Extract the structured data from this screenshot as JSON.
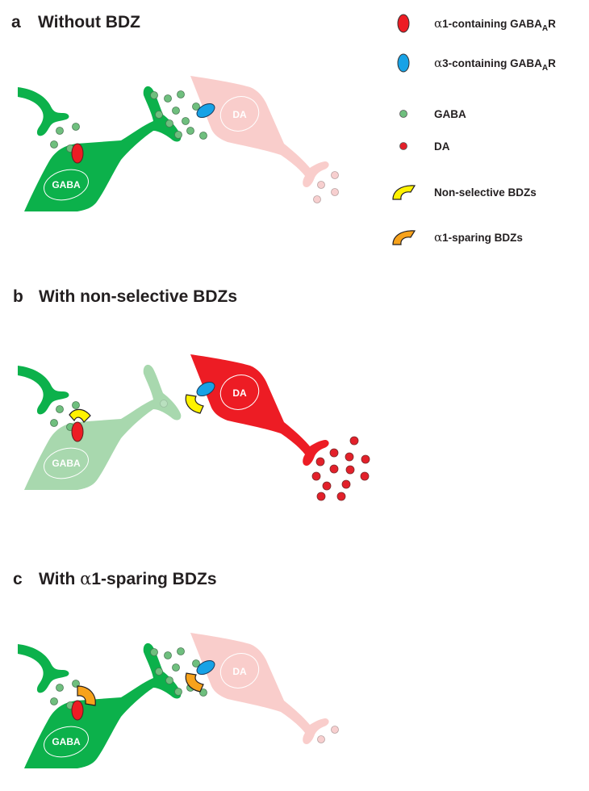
{
  "colors": {
    "gaba_active": "#0cb14b",
    "gaba_faded": "#a8d8ae",
    "da_active": "#ed1c24",
    "da_faded": "#f9cdcb",
    "gaba_molecule": "#6fbf7e",
    "gaba_molecule_faded": "#b9e0bf",
    "da_molecule": "#e3202a",
    "da_molecule_faded": "#f7cfcf",
    "alpha1_receptor": "#ed1c24",
    "alpha3_receptor": "#17a2e6",
    "nonselective_bdz": "#fff200",
    "alpha1_sparing_bdz": "#f7a21b"
  },
  "legend": {
    "items": [
      {
        "key": "alpha1-receptor",
        "shape": "receptor",
        "color_key": "alpha1_receptor",
        "label_alpha": "α",
        "label_rest": "1-containing GABA",
        "label_sub": "A",
        "label_end": "R"
      },
      {
        "key": "alpha3-receptor",
        "shape": "receptor",
        "color_key": "alpha3_receptor",
        "label_alpha": "α",
        "label_rest": "3-containing GABA",
        "label_sub": "A",
        "label_end": "R"
      },
      {
        "key": "gaba",
        "shape": "dot",
        "color_key": "gaba_molecule",
        "label_alpha": "",
        "label_rest": "GABA",
        "label_sub": "",
        "label_end": ""
      },
      {
        "key": "da",
        "shape": "dot",
        "color_key": "da_molecule",
        "label_alpha": "",
        "label_rest": "DA",
        "label_sub": "",
        "label_end": ""
      },
      {
        "key": "nonselective-bdz",
        "shape": "arc",
        "color_key": "nonselective_bdz",
        "label_alpha": "",
        "label_rest": "Non-selective BDZs",
        "label_sub": "",
        "label_end": ""
      },
      {
        "key": "alpha1-sparing-bdz",
        "shape": "arc",
        "color_key": "alpha1_sparing_bdz",
        "label_alpha": "α",
        "label_rest": "1-sparing BDZs",
        "label_sub": "",
        "label_end": ""
      }
    ]
  },
  "panels": [
    {
      "id": "a",
      "letter": "a",
      "title_alpha": "",
      "title_text": "Without BDZ",
      "gaba_cell_state": "active",
      "gaba_cell_label": "GABA",
      "da_cell_state": "faded",
      "da_cell_label": "DA",
      "gaba_release_count": 11,
      "da_release_count": 4,
      "gaba_site_bdz": "none",
      "da_site_bdz": "none"
    },
    {
      "id": "b",
      "letter": "b",
      "title_alpha": "",
      "title_text": "With non-selective BDZs",
      "gaba_cell_state": "faded",
      "gaba_cell_label": "GABA",
      "da_cell_state": "active",
      "da_cell_label": "DA",
      "gaba_release_count": 1,
      "da_release_count": 13,
      "gaba_site_bdz": "nonselective",
      "da_site_bdz": "nonselective"
    },
    {
      "id": "c",
      "letter": "c",
      "title_alpha": "α",
      "title_text": "1-sparing BDZs",
      "title_prefix": "With ",
      "gaba_cell_state": "active",
      "gaba_cell_label": "GABA",
      "da_cell_state": "faded",
      "da_cell_label": "DA",
      "gaba_release_count": 10,
      "da_release_count": 2,
      "gaba_site_bdz": "alpha1_sparing",
      "da_site_bdz": "alpha1_sparing"
    }
  ]
}
